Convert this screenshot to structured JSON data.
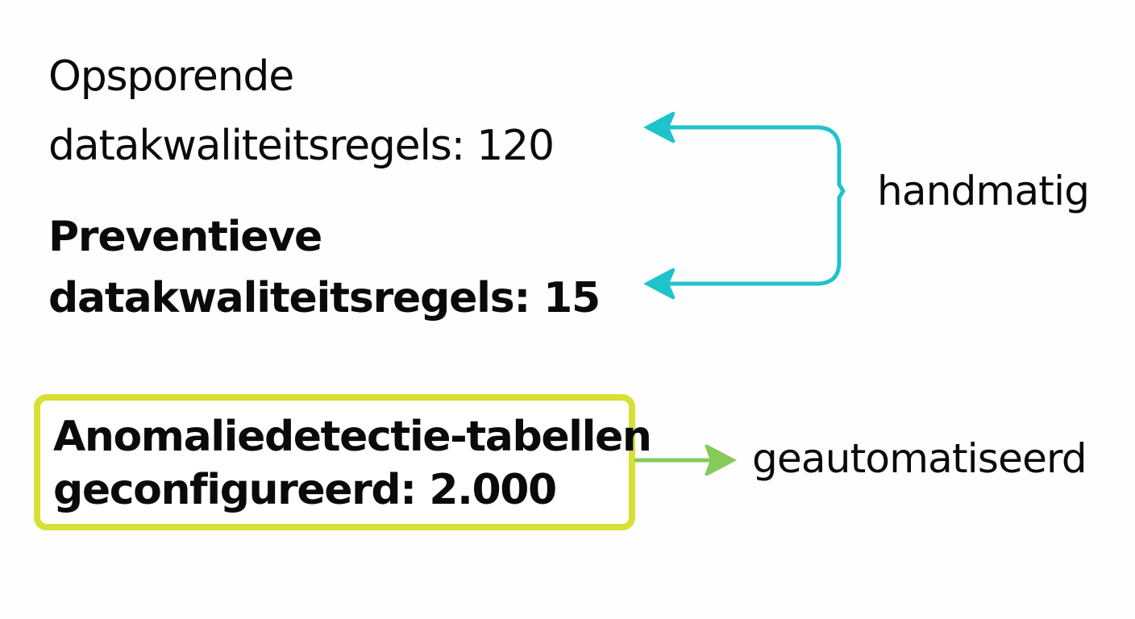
{
  "diagram": {
    "detective_rules": {
      "line1": "Opsporende",
      "line2_label": "datakwaliteitsregels:",
      "value": "120"
    },
    "preventive_rules": {
      "line1": "Preventieve",
      "line2_label": "datakwaliteitsregels:",
      "value": "15"
    },
    "anomaly_detection": {
      "line1": "Anomaliedetectie-tabellen",
      "line2_label": "geconfigureerd:",
      "value": "2.000"
    },
    "labels": {
      "manual": "handmatig",
      "automated": "geautomatiseerd"
    },
    "colors": {
      "manual_bracket": "#1fc3cb",
      "automated_arrow": "#86cb5a",
      "highlight_box_border": "#d6e035",
      "text": "#0a0a0a",
      "background": "#fefefe"
    }
  }
}
